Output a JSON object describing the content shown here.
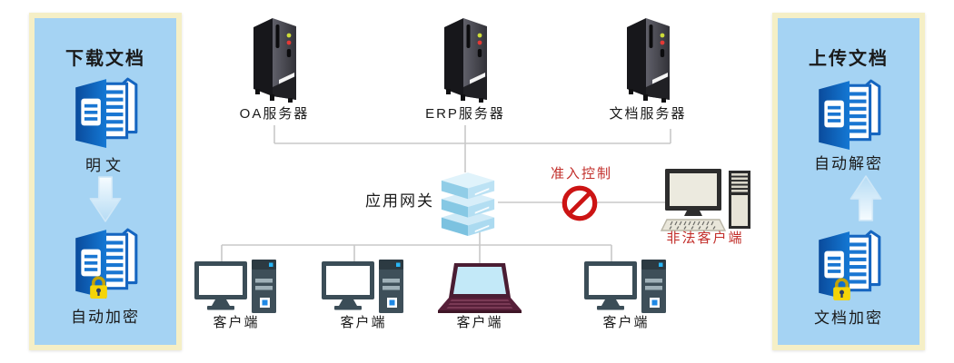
{
  "colors": {
    "panel_background": "#a5d3f3",
    "panel_border": "#f5efc6",
    "connector_line": "#c8c8c8",
    "alert_red": "#c22e2a",
    "prohibition_red": "#cc1414",
    "document_blue": "#0d55a6",
    "lock_yellow": "#f4d408",
    "gateway_blue": "#9fd4ec"
  },
  "download_panel": {
    "title": "下载文档",
    "plain_doc_label": "明文",
    "arrow_direction": "down",
    "encrypted_doc_label": "自动加密"
  },
  "upload_panel": {
    "title": "上传文档",
    "decrypted_doc_label": "自动解密",
    "arrow_direction": "up",
    "encrypted_doc_label": "文档加密"
  },
  "servers": [
    {
      "label": "OA服务器"
    },
    {
      "label": "ERP服务器"
    },
    {
      "label": "文档服务器"
    }
  ],
  "gateway": {
    "label": "应用网关"
  },
  "access_control": {
    "label": "准入控制"
  },
  "illegal_client": {
    "label": "非法客户端"
  },
  "clients": [
    {
      "label": "客户端",
      "type": "desktop"
    },
    {
      "label": "客户端",
      "type": "desktop"
    },
    {
      "label": "客户端",
      "type": "laptop"
    },
    {
      "label": "客户端",
      "type": "desktop"
    }
  ],
  "icons": {
    "document-icon": "blue document stack",
    "document-locked-icon": "blue document stack with yellow padlock",
    "lock-icon": "yellow padlock",
    "arrow-down-icon": "glossy light-blue down arrow",
    "arrow-up-icon": "glossy light-blue up arrow",
    "server-tower-icon": "black tower server with status LEDs",
    "gateway-stack-icon": "three stacked light-blue layers",
    "prohibition-icon": "red no-entry circle with slash",
    "desktop-client-icon": "monitor with tower PC",
    "laptop-client-icon": "dark laptop with blue screen",
    "illegal-desktop-icon": "beige monitor, keyboard and tower"
  }
}
